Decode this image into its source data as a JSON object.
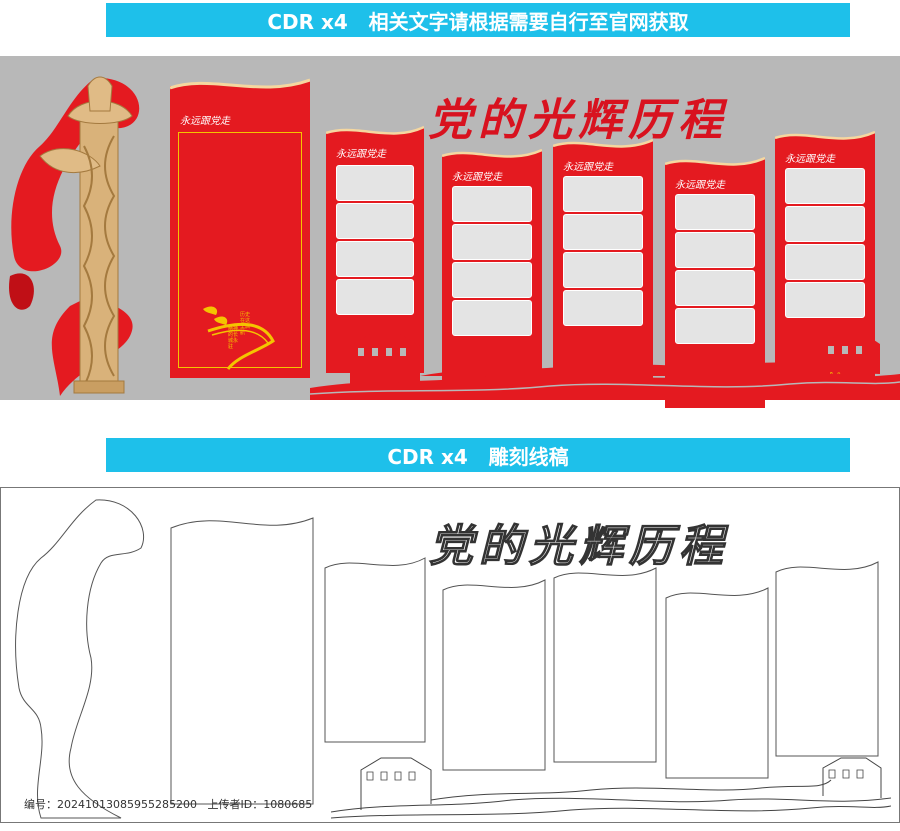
{
  "banners": {
    "top": "CDR x4   相关文字请根据需要自行至官网获取",
    "bottom": "CDR x4   雕刻线稿"
  },
  "title": "党的光辉历程",
  "board_label": "永远跟党走",
  "tall_board_text": {
    "line1": "历史在这里启航",
    "line2": "精神的长城永驻"
  },
  "footer": {
    "id_label": "编号：",
    "id_value": "20241013085955285200",
    "uploader_label": "上传者ID：",
    "uploader_value": "1080685"
  },
  "colors": {
    "banner": "#1ec0ea",
    "red": "#d8121f",
    "gold": "#f4c400",
    "panel_gray": "#b8b8b8"
  }
}
